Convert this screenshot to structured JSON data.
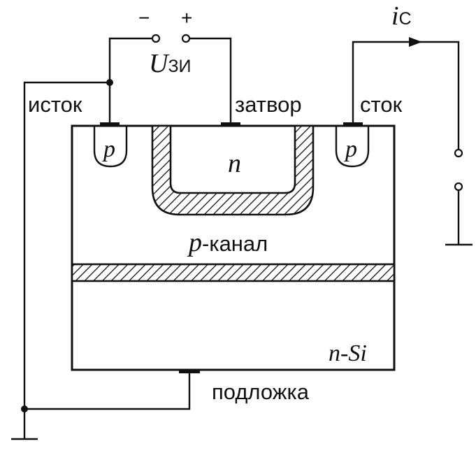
{
  "labels": {
    "source": "исток",
    "gate": "затвор",
    "drain": "сток",
    "substrate": "подложка",
    "channel_letter": "p",
    "channel_word": "-канал",
    "gate_region": "n",
    "source_region": "p",
    "drain_region": "p",
    "substrate_material": "n-Si",
    "voltage_main": "U",
    "voltage_sub": "ЗИ",
    "current_main": "i",
    "current_sub": "С",
    "minus": "−",
    "plus": "+"
  }
}
